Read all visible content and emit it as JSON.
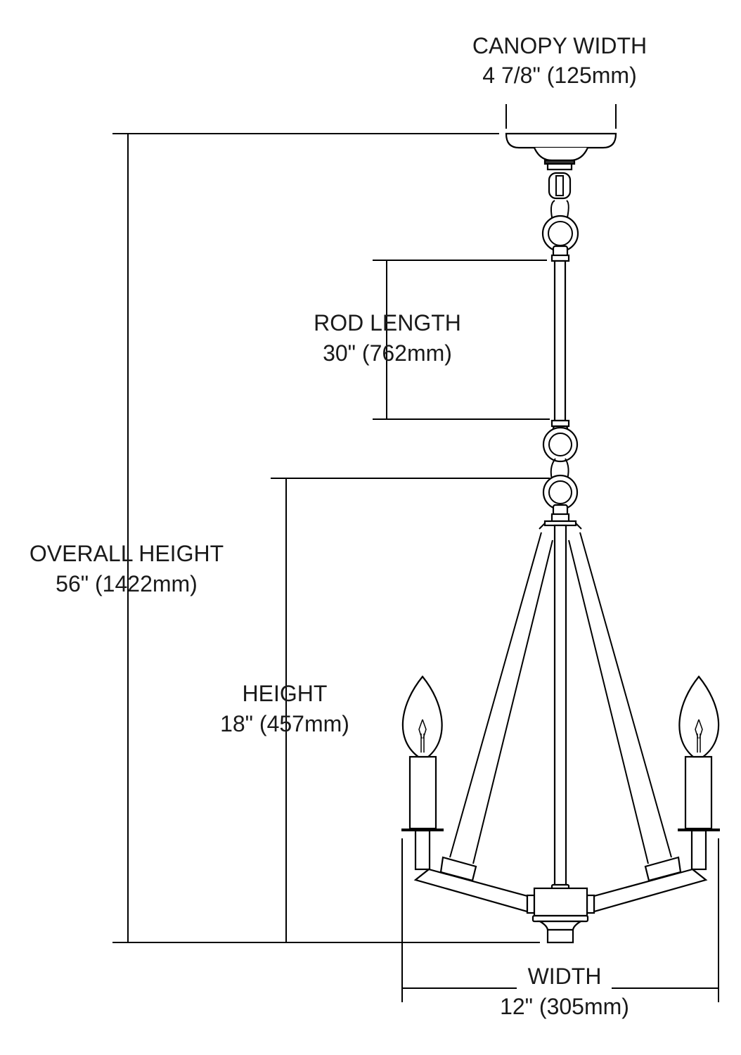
{
  "dimensions": {
    "canopy_width": {
      "label": "CANOPY WIDTH",
      "value": "4 7/8\" (125mm)"
    },
    "rod_length": {
      "label": "ROD LENGTH",
      "value": "30\" (762mm)"
    },
    "overall_height": {
      "label": "OVERALL HEIGHT",
      "value": "56\" (1422mm)"
    },
    "height": {
      "label": "HEIGHT",
      "value": "18\" (457mm)"
    },
    "width": {
      "label": "WIDTH",
      "value": "12\" (305mm)"
    }
  }
}
